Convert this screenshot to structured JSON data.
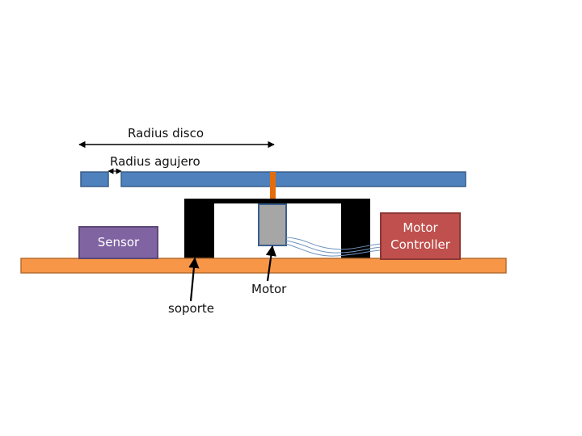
{
  "labels": {
    "radius_disco": "Radius disco",
    "radius_agujero": "Radius agujero",
    "sensor": "Sensor",
    "motor_controller": "Motor\nController",
    "motor": "Motor",
    "soporte": "soporte"
  },
  "colors": {
    "disk": "#4f81bd",
    "disk_border": "#385d8a",
    "base": "#f79646",
    "base_border": "#b66d31",
    "shaft": "#e46c0a",
    "support": "#000000",
    "motor_body": "#a6a6a6",
    "motor_border": "#3a5f8f",
    "sensor": "#8064a2",
    "sensor_border": "#5c4776",
    "controller": "#c0504d",
    "controller_border": "#8c3836",
    "wire": "#6f93bf",
    "arrow": "#000000"
  }
}
